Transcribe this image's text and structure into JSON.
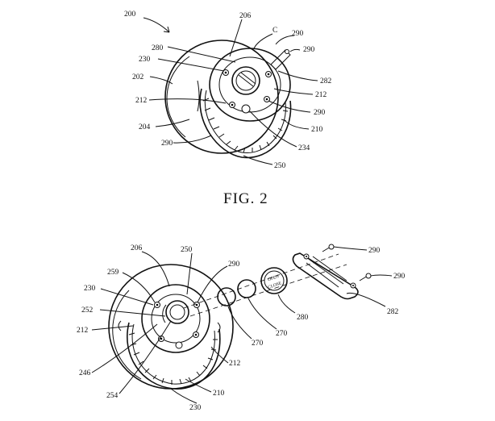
{
  "figure_title": "FIG. 2",
  "fig2_refs": {
    "r200": "200",
    "r206": "206",
    "rC": "C",
    "r290a": "290",
    "r290b": "290",
    "r280": "280",
    "r230": "230",
    "r202": "202",
    "r282": "282",
    "r212a": "212",
    "r212b": "212",
    "r290c": "290",
    "r204": "204",
    "r210": "210",
    "r290d": "290",
    "r234": "234",
    "r250": "250"
  },
  "fig3_refs": {
    "r206": "206",
    "r250": "250",
    "r290a": "290",
    "r290b": "290",
    "r290c": "290",
    "r259": "259",
    "r230a": "230",
    "r252": "252",
    "r212a": "212",
    "r212b": "212",
    "r246": "246",
    "r254": "254",
    "r210": "210",
    "r230b": "230",
    "r270a": "270",
    "r270b": "270",
    "r280": "280",
    "r282": "282"
  },
  "cap_stamp": {
    "top": "OPEN",
    "bottom": "CLOSE"
  }
}
